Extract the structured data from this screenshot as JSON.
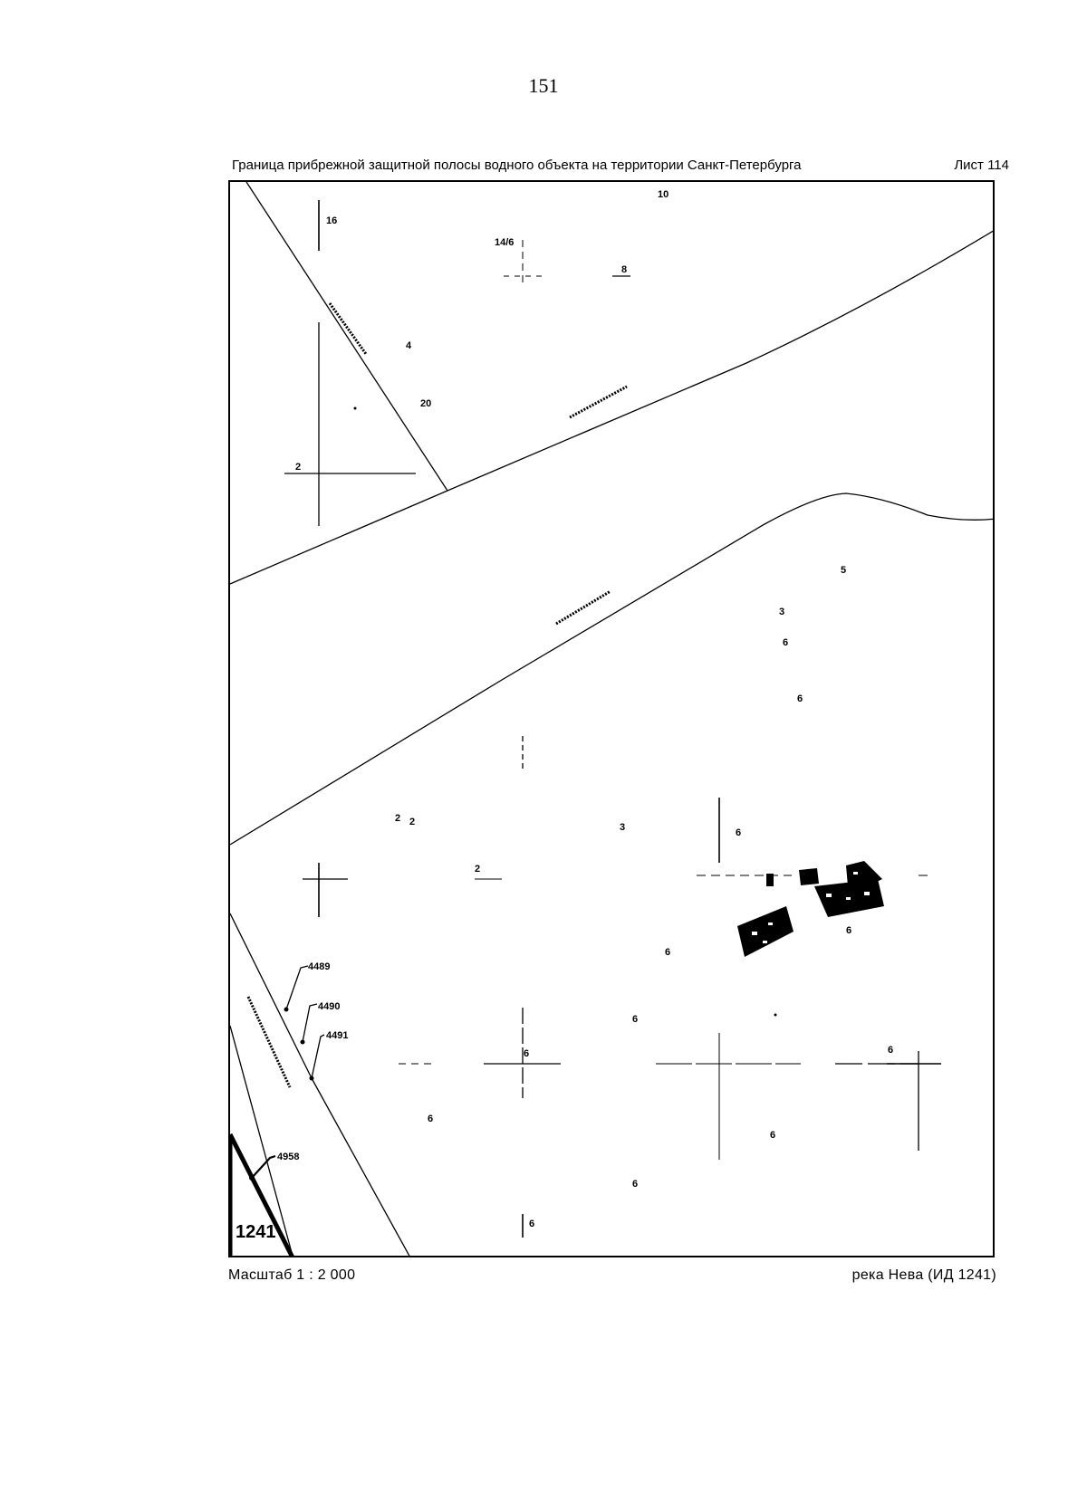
{
  "page": {
    "number": "151"
  },
  "header": {
    "title": "Граница прибрежной защитной полосы водного объекта на территории Санкт-Петербурга",
    "sheet": "Лист 114"
  },
  "footer": {
    "scale": "Масштаб 1 : 2 000",
    "river": "река Нева (ИД 1241)"
  },
  "map": {
    "zone_id": "1241",
    "building_numbers": {
      "n10": "10",
      "n16": "16",
      "n14_6": "14/6",
      "n8": "8",
      "n4": "4",
      "n20": "20",
      "n2a": "2",
      "n5": "5",
      "n3a": "3",
      "n6a": "6",
      "n6b": "6",
      "n2b": "2",
      "n2c": "2",
      "n3b": "3",
      "n6c": "6",
      "n2d": "2",
      "n6d": "6",
      "n6e": "6",
      "n6f": "6",
      "n6g": "6",
      "n6h": "6",
      "n6i": "6",
      "n6j": "6",
      "n6k": "6",
      "n6l": "6"
    },
    "boundary_points": {
      "p4489": "4489",
      "p4490": "4490",
      "p4491": "4491",
      "p4958": "4958"
    }
  }
}
